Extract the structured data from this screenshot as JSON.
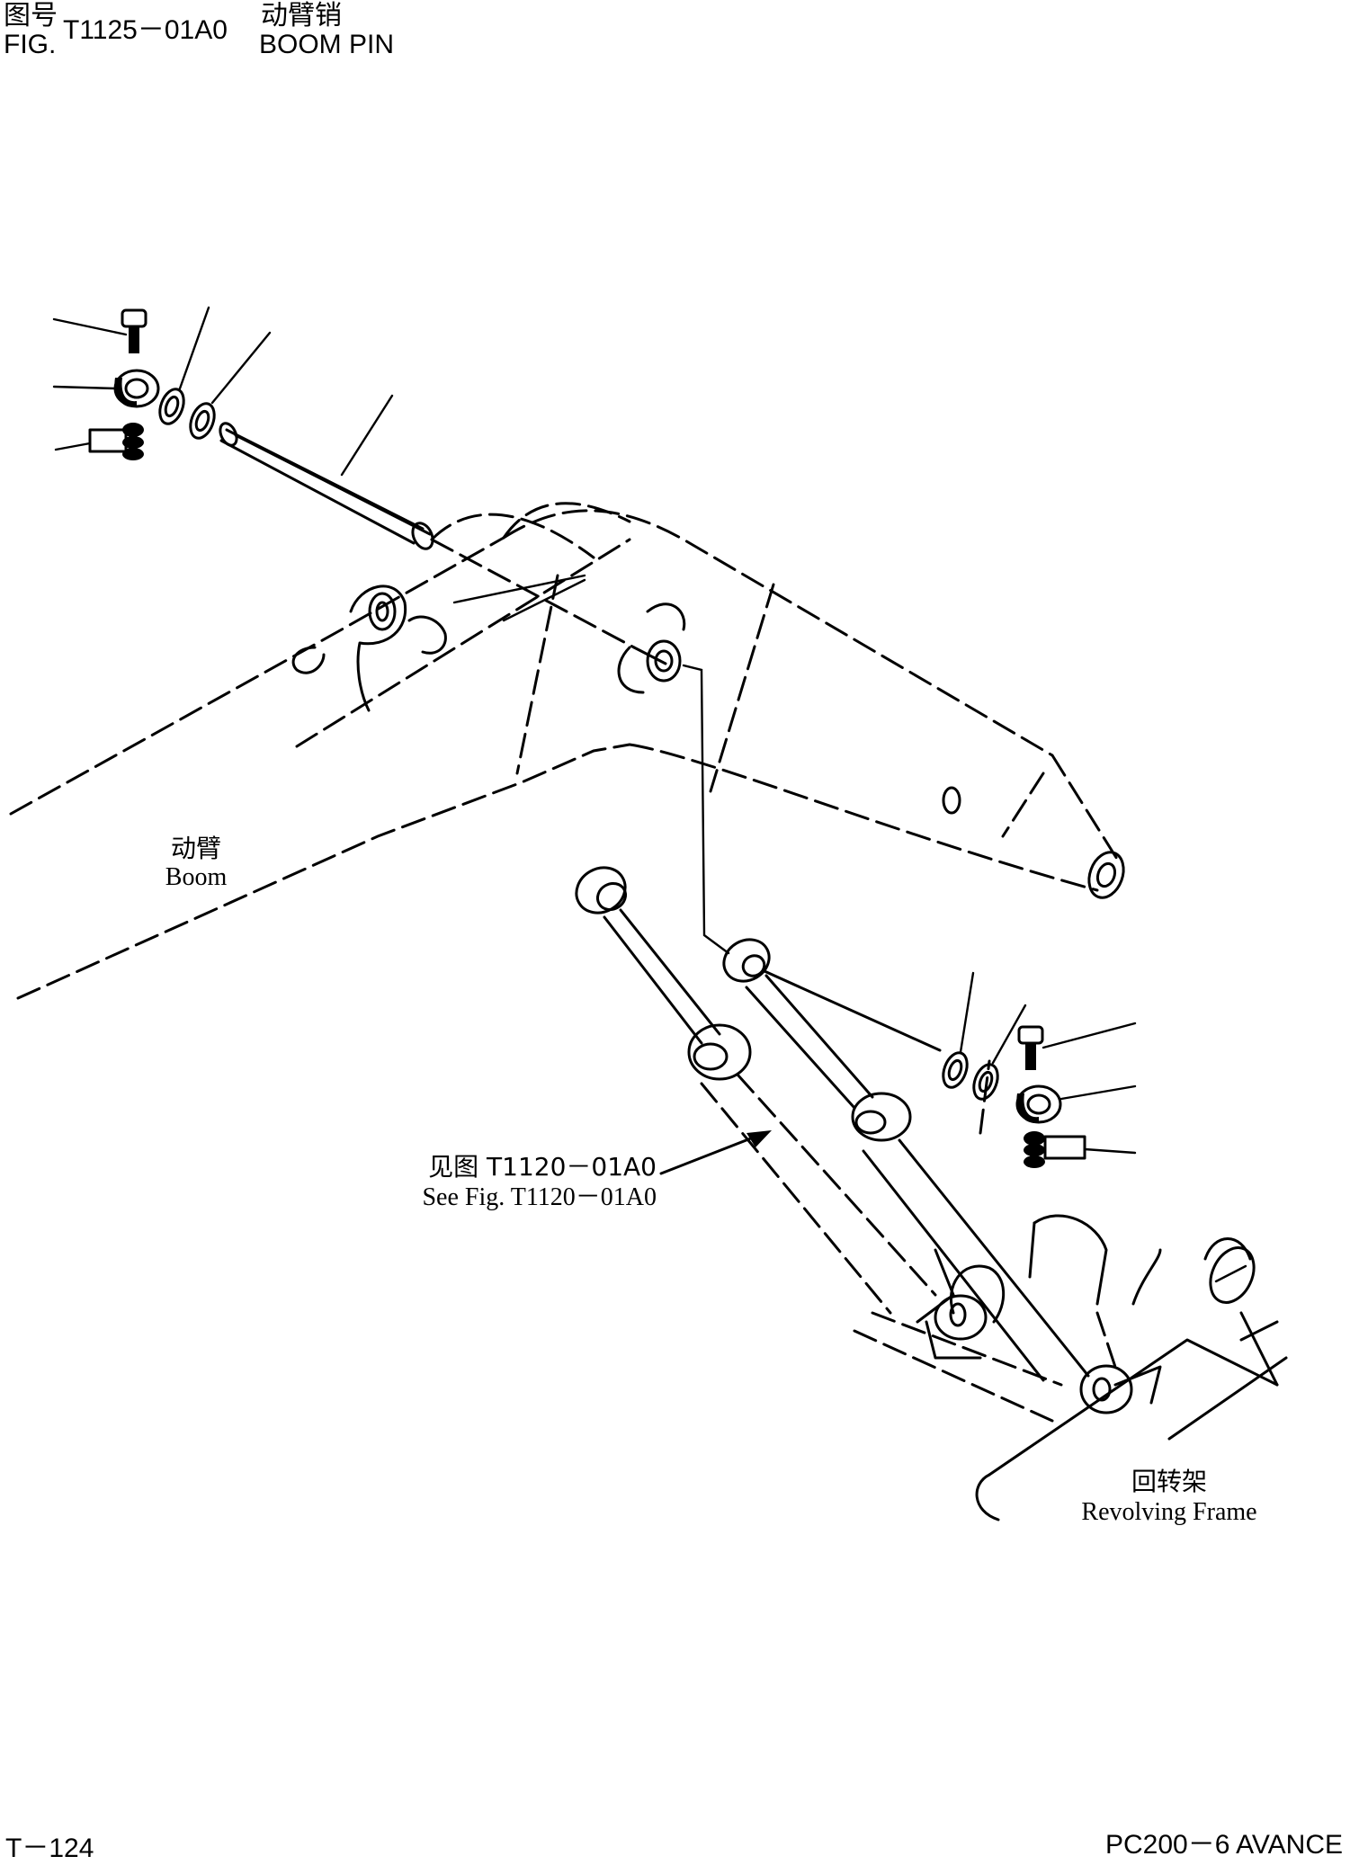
{
  "header": {
    "fig_label_cn": "图号",
    "fig_label_en": "FIG.",
    "fig_number": "T1125－01A0",
    "title_cn": "动臂销",
    "title_en": "BOOM PIN"
  },
  "labels": {
    "boom_cn": "动臂",
    "boom_en": "Boom",
    "see_fig_cn": "见图 T1120－01A0",
    "see_fig_en": "See Fig. T1120－01A0",
    "frame_cn": "回转架",
    "frame_en": "Revolving Frame"
  },
  "footer": {
    "page": "T－124",
    "model": "PC200－6 AVANCE"
  }
}
